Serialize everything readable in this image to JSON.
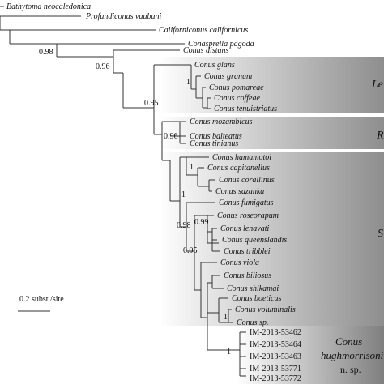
{
  "taxa": {
    "bathytoma": "Bathytoma neocaledonica",
    "profundiconus": "Profundiconus vaubani",
    "californiconus": "Californiconus californicus",
    "conasprella": "Conasprella pagoda",
    "distans": "Conus distans",
    "glans": "Conus glans",
    "granum": "Conus granum",
    "pomareae": "Conus pomareae",
    "coffeae": "Conus coffeae",
    "tenuistriatus": "Conus tenuistriatus",
    "mozambicus": "Conus mozambicus",
    "balteatus": "Conus balteatus",
    "tinianus": "Conus tinianus",
    "hamamotoi": "Conus hamamotoi",
    "capitanellus": "Conus capitanellus",
    "corallinus": "Conus corallinus",
    "sazanka": "Conus sazanka",
    "fumigatus": "Conus fumigatus",
    "roseorapum": "Conus roseorapum",
    "lenavati": "Conus lenavati",
    "queenslandis": "Conus queenslandis",
    "tribblei": "Conus tribblei",
    "viola": "Conus viola",
    "biliosus": "Conus biliosus",
    "shikamai": "Conus shikamai",
    "boeticus": "Conus boeticus",
    "voluminalis": "Conus voluminalis",
    "conus_sp": "Conus sp.",
    "im1": "IM-2013-53462",
    "im2": "IM-2013-53464",
    "im3": "IM-2013-53463",
    "im4": "IM-2013-53771",
    "im5": "IM-2013-53772"
  },
  "supports": {
    "s098": "0.98",
    "s096a": "0.96",
    "s095a": "0.95",
    "s1_lep": "1",
    "s096b": "0.96",
    "s1_sub": "1",
    "s1_sub2": "1",
    "s098b": "0.98",
    "s099": "0.99",
    "s095b": "0.95",
    "s1_boet": "1",
    "s1_new": "1"
  },
  "clades": {
    "clade1": "Le",
    "clade2": "R",
    "clade3": "S"
  },
  "new_species": {
    "genus": "Conus",
    "epithet": "hughmorrisoni",
    "note": "n. sp."
  },
  "scale_bar": {
    "label": "0.2 subst./site"
  },
  "colors": {
    "branch": "#333333",
    "shade_dark": "#909090",
    "shade_light": "#ffffff",
    "new_species_box": "#8c8c8c"
  }
}
